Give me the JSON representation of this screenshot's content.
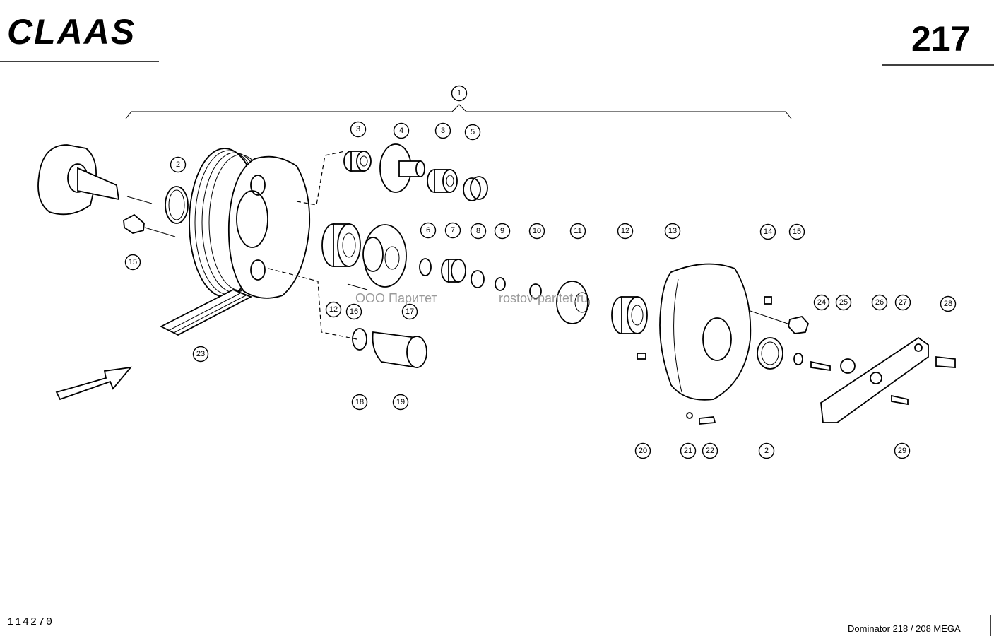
{
  "header": {
    "brand": "CLAAS",
    "page_number": "217"
  },
  "footer": {
    "reference_number": "114270",
    "model": "Dominator 218 / 208 MEGA"
  },
  "watermark": {
    "company": "ООО Паритет",
    "site": "rostov-paritet.ru"
  },
  "callouts": [
    "1",
    "2",
    "3",
    "4",
    "3",
    "5",
    "15",
    "12",
    "16",
    "17",
    "6",
    "7",
    "8",
    "9",
    "10",
    "11",
    "12",
    "13",
    "14",
    "15",
    "23",
    "18",
    "19",
    "24",
    "25",
    "26",
    "27",
    "28",
    "20",
    "21",
    "22",
    "2",
    "29"
  ],
  "icons": {
    "direction": "arrow-right-icon"
  }
}
